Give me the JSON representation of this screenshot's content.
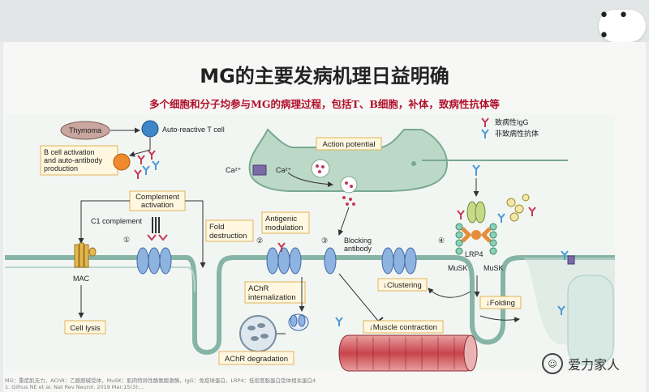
{
  "header": {
    "menu_icon": "more-dots-icon",
    "menu_glyph": "• • •"
  },
  "title": "MG的主要发病机理日益明确",
  "subtitle": "多个细胞和分子均参与MG的病理过程，包括T、B细胞，补体，致病性抗体等",
  "legend": {
    "item1": "致病性IgG",
    "item2": "非致病性抗体"
  },
  "labels": {
    "thymoma": "Thymoma",
    "auto_t_cell": "Auto-reactive T cell",
    "b_cell_1": "B cell activation",
    "b_cell_2": "and auto-antibody",
    "b_cell_3": "production",
    "complement_1": "Complement",
    "complement_2": "activation",
    "c1": "C1 complement",
    "fold_1": "Fold",
    "fold_2": "destruction",
    "antigenic_1": "Antigenic",
    "antigenic_2": "modulation",
    "action_potential": "Action potential",
    "ca_out": "Ca²⁺",
    "ca_in": "Ca²⁺",
    "blocking_1": "Blocking",
    "blocking_2": "antibody",
    "mac": "MAC",
    "cell_lysis": "Cell lysis",
    "achr_int_1": "AChR",
    "achr_int_2": "internalization",
    "achr_deg": "AChR degradation",
    "clustering": "↓Clustering",
    "muscle_contraction": "↓Muscle contraction",
    "lrp4": "LRP4",
    "musk_left": "MuSK",
    "musk_right": "MuSK",
    "folding": "↓Folding",
    "n1": "①",
    "n2": "②",
    "n3": "③",
    "n4": "④"
  },
  "caption_line1": "MG：重症肌无力，AChR：乙酰胆碱受体，MuSK：肌肉特异性酪氨酸激酶，IgG：免疫球蛋白，LRP4：低密度脂蛋白受体相关蛋白4",
  "caption_line2": "1. Gilhus NE et al. Nat Rev Neurol. 2019 Mar;15(3):...",
  "watermark": {
    "icon": "wechat-icon",
    "glyph": "☺",
    "text": "爱力家人"
  }
}
